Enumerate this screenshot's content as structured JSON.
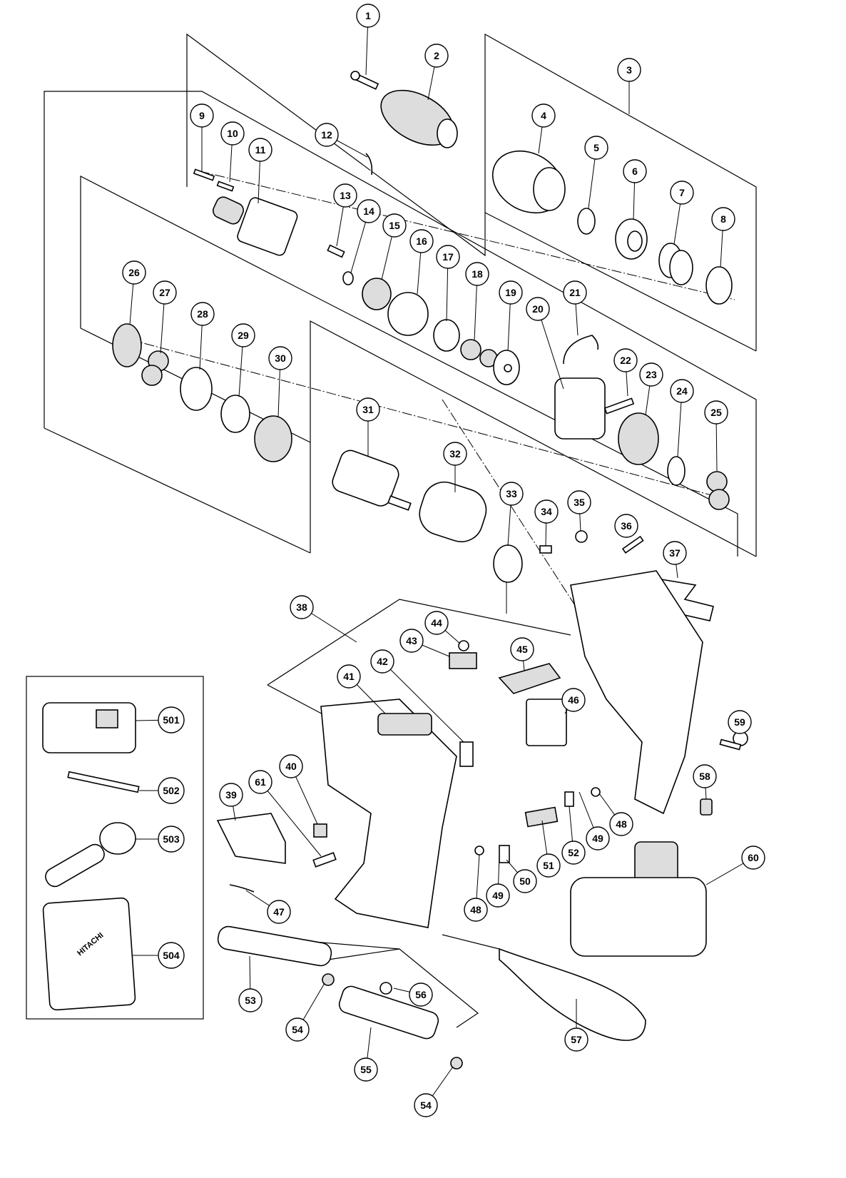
{
  "diagram": {
    "callouts": [
      "1",
      "2",
      "3",
      "4",
      "5",
      "6",
      "7",
      "8",
      "9",
      "10",
      "11",
      "12",
      "13",
      "14",
      "15",
      "16",
      "17",
      "18",
      "19",
      "20",
      "21",
      "22",
      "23",
      "24",
      "25",
      "26",
      "27",
      "28",
      "29",
      "30",
      "31",
      "32",
      "33",
      "34",
      "35",
      "36",
      "37",
      "38",
      "39",
      "40",
      "41",
      "42",
      "43",
      "44",
      "45",
      "46",
      "47",
      "48",
      "48",
      "49",
      "49",
      "50",
      "51",
      "52",
      "53",
      "54",
      "54",
      "55",
      "56",
      "57",
      "58",
      "59",
      "60",
      "61",
      "501",
      "502",
      "503",
      "504"
    ],
    "case_logo": "HITACHI"
  }
}
